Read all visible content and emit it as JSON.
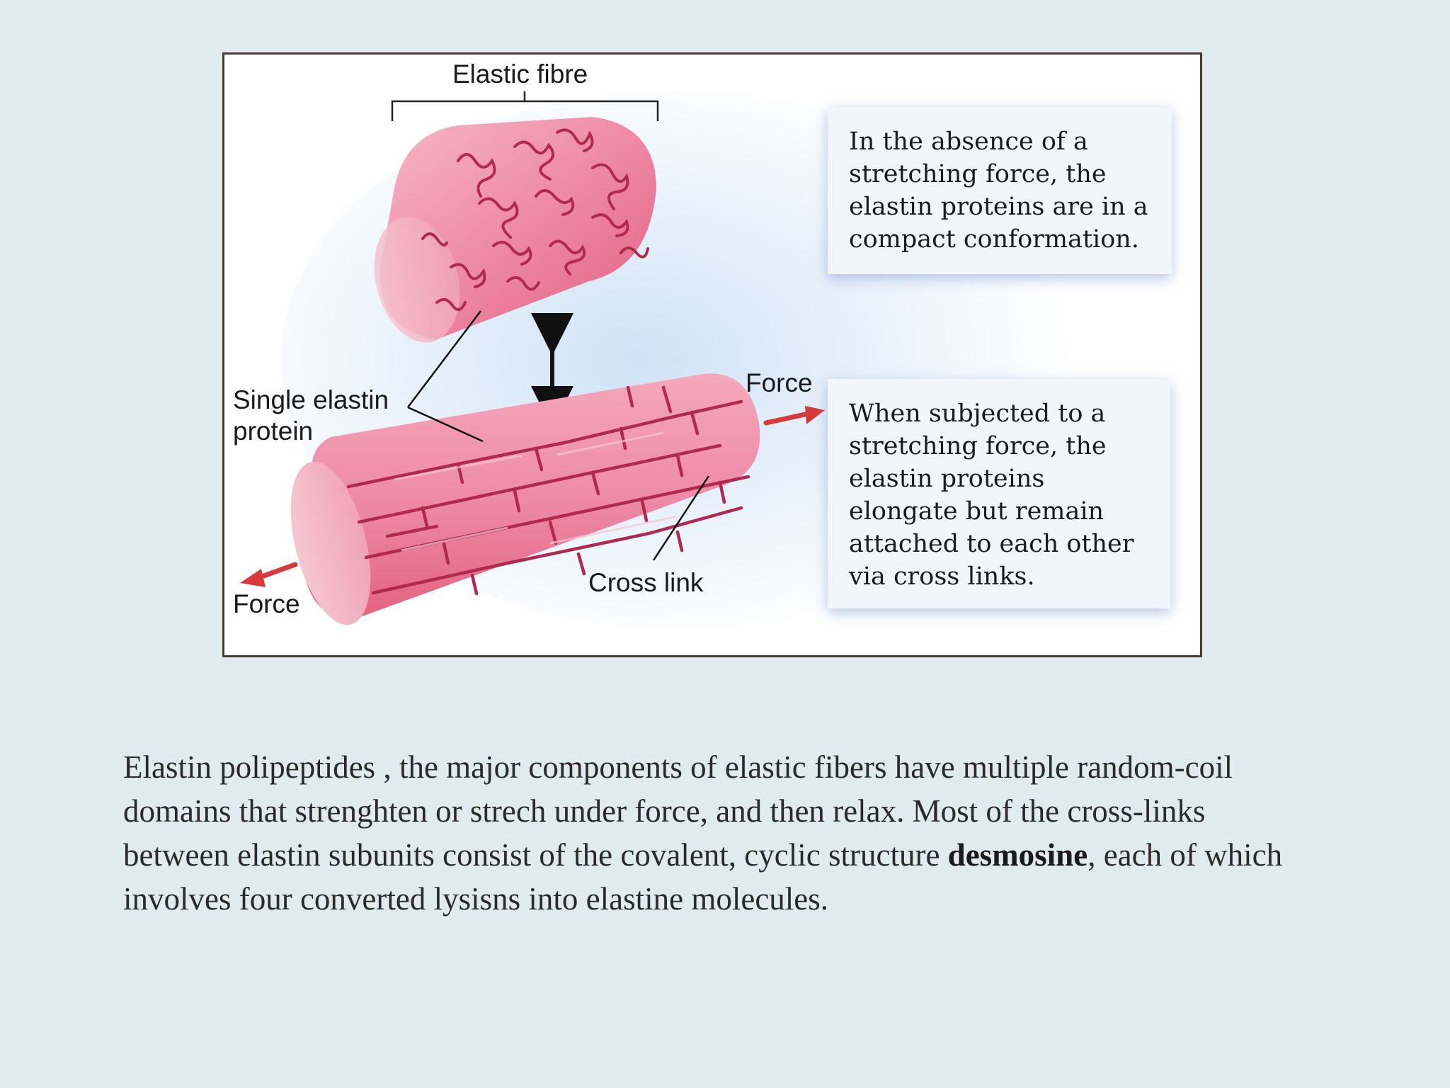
{
  "figure": {
    "label_elastic_fibre": "Elastic fibre",
    "label_single_elastin": "Single elastin\nprotein",
    "label_force_right": "Force",
    "label_force_left": "Force",
    "label_cross_link": "Cross link",
    "box_relaxed": "In the absence of a stretching force, the elastin proteins are in a compact conformation.",
    "box_stretched": "When subjected to a stretching force, the elastin proteins elongate but remain attached to each other via cross links.",
    "colors": {
      "fibre_pink": "#e96b8c",
      "fibre_dark": "#b02a4e",
      "force_arrow": "#d63a3a",
      "frame": "#4a3a30"
    }
  },
  "caption": {
    "part1": "Elastin polipeptides , the major components of elastic fibers have multiple random-coil  domains that strenghten or strech under force, and then relax. Most of the cross-links between elastin subunits consist of the covalent, cyclic structure ",
    "bold": "desmosine",
    "part2": ", each of which involves four converted lysisns into elastine molecules."
  }
}
